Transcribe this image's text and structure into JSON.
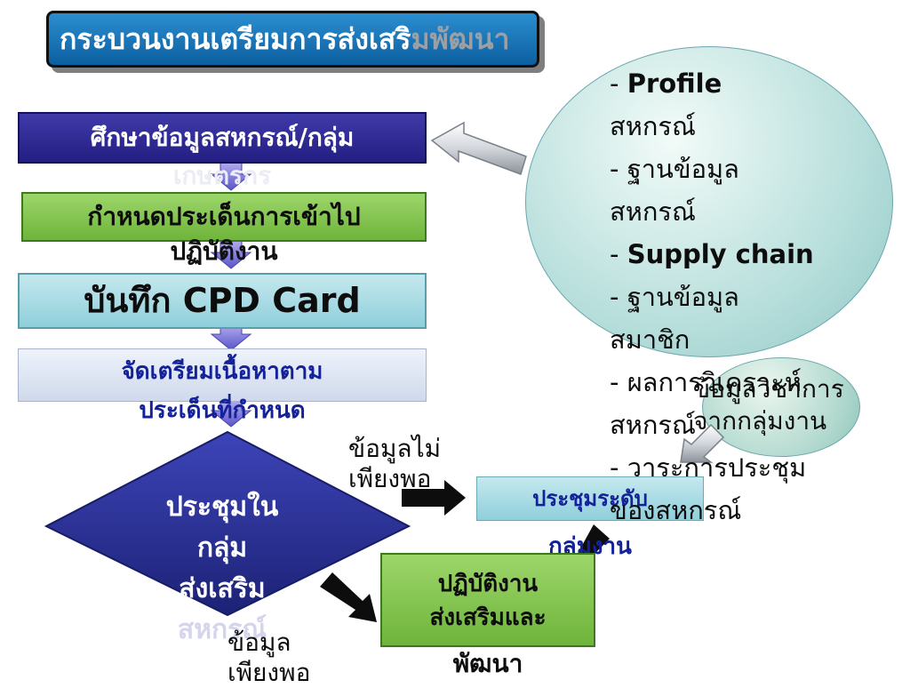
{
  "title": {
    "part1": "กระบวนงานเตรียมการส่งเสริ",
    "part2": "มพัฒนา"
  },
  "flow": {
    "study": {
      "line1": "ศึกษาข้อมูลสหกรณ์/กลุ่ม",
      "line2": "เกษตรกร"
    },
    "define": {
      "line1": "กำหนดประเด็นการเข้าไป",
      "line2": "ปฏิบัติงาน"
    },
    "record": {
      "label": "บันทึก CPD Card"
    },
    "prepare": {
      "line1": "จัดเตรียมเนื้อหาตาม",
      "line2": "ประเด็นที่กำหนด"
    },
    "decision": {
      "line1": "ประชุมใน",
      "line2": "กลุ่ม",
      "line3": "ส่งเสริม",
      "line4": "สหกรณ์"
    },
    "meet": {
      "line1": "ประชุมระดับ",
      "line2": "กลุ่มงาน"
    },
    "act": {
      "line1": "ปฏิบัติงาน",
      "line2": "ส่งเสริมและ",
      "line3": "พัฒนา"
    }
  },
  "labels": {
    "insufficient_line1": "ข้อมูลไม่",
    "insufficient_line2": "เพียงพอ",
    "sufficient_line1": "ข้อมูล",
    "sufficient_line2": "เพียงพอ"
  },
  "info_circle": {
    "items": [
      {
        "prefix": "- ",
        "bold": "Profile",
        "rest": ""
      },
      {
        "prefix": "",
        "bold": "",
        "rest": "สหกรณ์"
      },
      {
        "prefix": "- ",
        "bold": "",
        "rest": "ฐานข้อมูล"
      },
      {
        "prefix": "",
        "bold": "",
        "rest": "สหกรณ์"
      },
      {
        "prefix": "- ",
        "bold": "Supply chain",
        "rest": ""
      },
      {
        "prefix": "- ",
        "bold": "",
        "rest": "ฐานข้อมูล"
      },
      {
        "prefix": "",
        "bold": "",
        "rest": "สมาชิก"
      },
      {
        "prefix": "- ",
        "bold": "",
        "rest": "ผลการวิเคราะห์"
      },
      {
        "prefix": "",
        "bold": "",
        "rest": "สหกรณ์"
      },
      {
        "prefix": "- ",
        "bold": "",
        "rest": "วาระการประชุม"
      },
      {
        "prefix": "",
        "bold": "",
        "rest": "ของสหกรณ์"
      }
    ]
  },
  "info_circle_small": {
    "line1": "ข้อมูลวิชาการ",
    "line2": "จากกลุ่มงาน"
  },
  "colors": {
    "title_bg": "#1572b6",
    "study_bg": "#2f2a96",
    "define_bg": "#82c04f",
    "record_bg": "#a9dbe3",
    "decision_bg": "#262c8f",
    "act_bg": "#82c04f",
    "text_blue": "#14229a"
  }
}
